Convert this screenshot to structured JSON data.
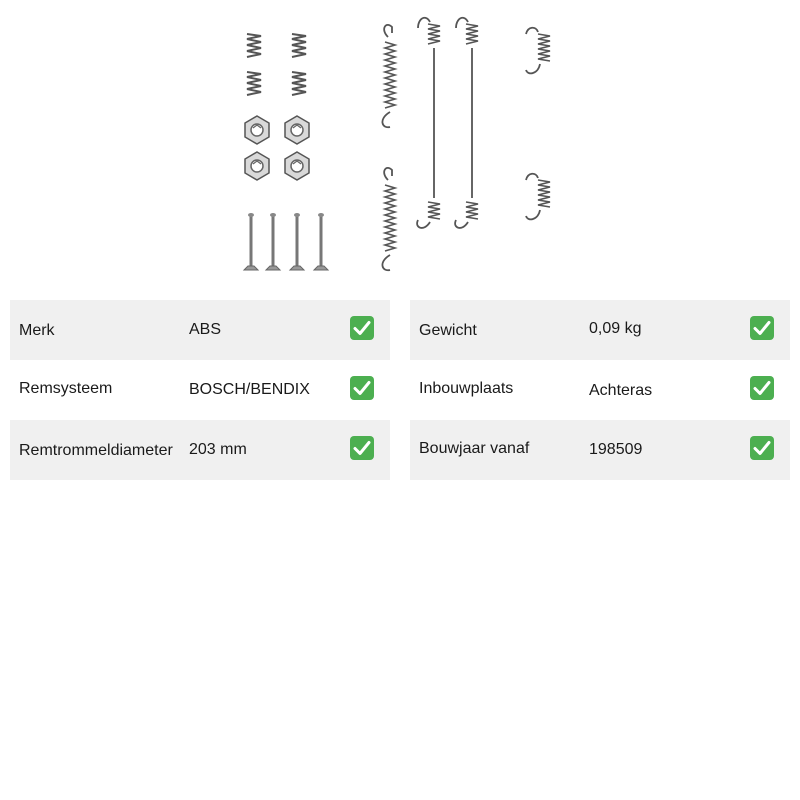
{
  "product": {
    "icon": "brake-spring-kit-image"
  },
  "specs_left": [
    {
      "label": "Merk",
      "value": "ABS",
      "shaded": true
    },
    {
      "label": "Remsysteem",
      "value": "BOSCH/BENDIX",
      "shaded": false
    },
    {
      "label": "Remtrommeldiameter",
      "value": "203 mm",
      "shaded": true
    }
  ],
  "specs_right": [
    {
      "label": "Gewicht",
      "value": "0,09 kg",
      "shaded": true
    },
    {
      "label": "Inbouwplaats",
      "value": "Achteras",
      "shaded": false
    },
    {
      "label": "Bouwjaar vanaf",
      "value": "198509",
      "shaded": true
    }
  ],
  "colors": {
    "check_green": "#4caf50",
    "row_shade": "#f0f0f0"
  }
}
